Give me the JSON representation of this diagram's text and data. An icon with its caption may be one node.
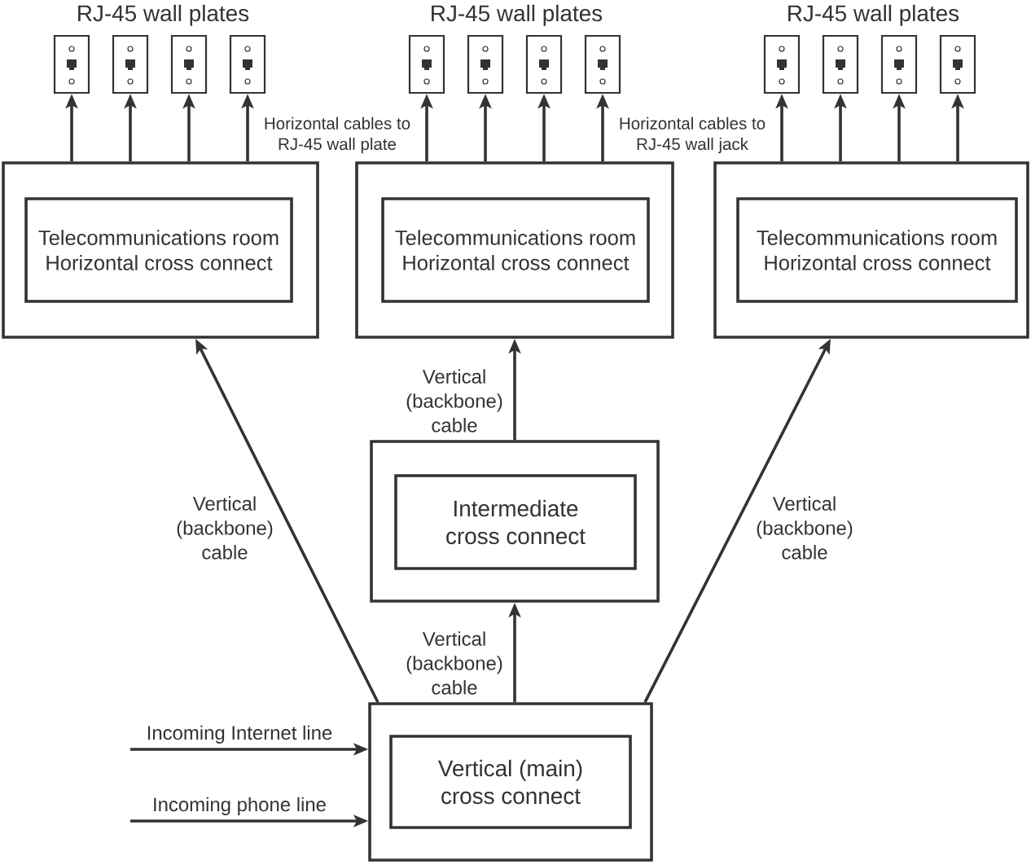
{
  "diagram": {
    "nodes": [
      {
        "text": [],
        "shape": "picture"
      },
      {
        "text": [],
        "shape": "picture"
      },
      {
        "text": [],
        "shape": "picture"
      },
      {
        "text": [],
        "shape": "picture"
      },
      {
        "text": [],
        "shape": "picture"
      },
      {
        "text": [],
        "shape": "picture"
      },
      {
        "text": [],
        "shape": "picture"
      },
      {
        "text": [],
        "shape": "picture"
      },
      {
        "text": [],
        "shape": "picture"
      },
      {
        "text": [],
        "shape": "picture"
      },
      {
        "text": [],
        "shape": "picture"
      },
      {
        "text": [],
        "shape": "picture"
      },
      {
        "text": [],
        "shape": "box"
      },
      {
        "text": [
          "Telecommunications room Horizontal cross connect"
        ],
        "in": 12
      },
      {
        "text": [],
        "shape": "box"
      },
      {
        "text": [
          "Telecommunications room Horizontal cross connect"
        ],
        "in": 14
      },
      {
        "text": [],
        "shape": "box"
      },
      {
        "text": [
          "Telecommunications room Horizontal cross connect"
        ],
        "in": 16
      },
      {
        "text": [],
        "shape": "box"
      },
      {
        "text": [
          "Intermediate cross connect"
        ],
        "in": 18
      },
      {
        "text": [],
        "shape": "box"
      },
      {
        "text": [
          "Vertical (main) cross connect"
        ],
        "in": 20
      }
    ],
    "edges": [
      {
        "from": 12,
        "to": 0,
        "arrow": "to"
      },
      {
        "from": 12,
        "to": 1,
        "arrow": "to"
      },
      {
        "from": 12,
        "to": 2,
        "arrow": "to"
      },
      {
        "from": 12,
        "to": 3,
        "arrow": "to"
      },
      {
        "from": 14,
        "to": 4,
        "arrow": "to"
      },
      {
        "from": 14,
        "to": 5,
        "arrow": "to"
      },
      {
        "from": 14,
        "to": 6,
        "arrow": "to"
      },
      {
        "from": 14,
        "to": 7,
        "arrow": "to"
      },
      {
        "from": 16,
        "to": 8,
        "arrow": "to"
      },
      {
        "from": 16,
        "to": 9,
        "arrow": "to"
      },
      {
        "from": 16,
        "to": 10,
        "arrow": "to"
      },
      {
        "from": 16,
        "to": 11,
        "arrow": "to"
      },
      {
        "from": 20,
        "to": 12,
        "arrow": "to",
        "label": "Vertical (backbone) cable"
      },
      {
        "from": 20,
        "to": 18,
        "arrow": "to",
        "label": "Vertical (backbone) cable"
      },
      {
        "from": 18,
        "to": 14,
        "arrow": "to",
        "label": "Vertical (backbone) cable"
      },
      {
        "from": 20,
        "to": 16,
        "arrow": "to",
        "label": "Vertical (backbone) cable"
      },
      {
        "from": null,
        "to": 20,
        "arrow": "to",
        "label": "Incoming Internet line"
      },
      {
        "from": null,
        "to": 20,
        "arrow": "to",
        "label": "Incoming phone line"
      }
    ],
    "labels": [
      "RJ-45 wall plates",
      "RJ-45 wall plates",
      "RJ-45 wall plates",
      "Horizontal cables to RJ-45 wall plate",
      "Horizontal cables to RJ-45 wall jack"
    ]
  }
}
